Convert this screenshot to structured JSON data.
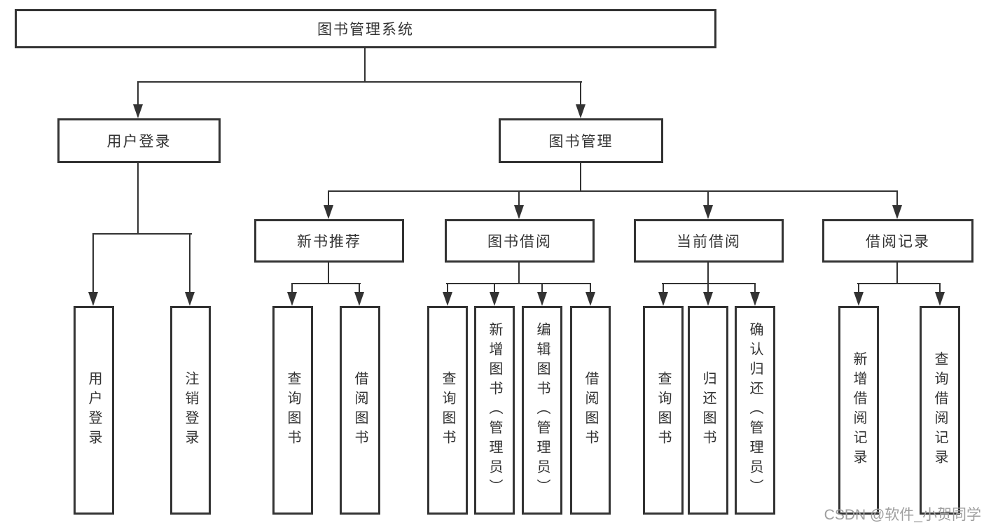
{
  "diagram": {
    "title": "图书管理系统",
    "root": {
      "label": "图书管理系统"
    },
    "level2": [
      {
        "label": "用户登录"
      },
      {
        "label": "图书管理"
      }
    ],
    "level3": [
      {
        "label": "新书推荐",
        "parent": "图书管理"
      },
      {
        "label": "图书借阅",
        "parent": "图书管理"
      },
      {
        "label": "当前借阅",
        "parent": "图书管理"
      },
      {
        "label": "借阅记录",
        "parent": "图书管理"
      }
    ],
    "leaves": [
      {
        "label": "用户登录",
        "parent": "用户登录"
      },
      {
        "label": "注销登录",
        "parent": "用户登录"
      },
      {
        "label": "查询图书",
        "parent": "新书推荐"
      },
      {
        "label": "借阅图书",
        "parent": "新书推荐"
      },
      {
        "label": "查询图书",
        "parent": "图书借阅"
      },
      {
        "label": "新增图书（管理员）",
        "parent": "图书借阅"
      },
      {
        "label": "编辑图书（管理员）",
        "parent": "图书借阅"
      },
      {
        "label": "借阅图书",
        "parent": "图书借阅"
      },
      {
        "label": "查询图书",
        "parent": "当前借阅"
      },
      {
        "label": "归还图书",
        "parent": "当前借阅"
      },
      {
        "label": "确认归还（管理员）",
        "parent": "当前借阅"
      },
      {
        "label": "新增借阅记录",
        "parent": "借阅记录"
      },
      {
        "label": "查询借阅记录",
        "parent": "借阅记录"
      }
    ],
    "watermark": "CSDN @软件_小贺同学",
    "colors": {
      "line": "#333333",
      "text": "#333333",
      "background": "#ffffff",
      "watermark": "#9e9e9e"
    }
  }
}
